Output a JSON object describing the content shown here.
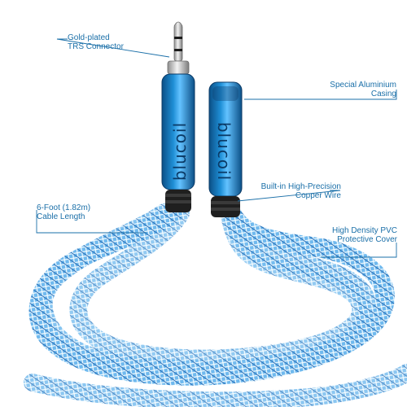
{
  "image": {
    "brand_text_left": "blucoil",
    "brand_text_right": "blucoil",
    "colors": {
      "casing_blue": "#1f8fd6",
      "casing_dark": "#0b4f86",
      "connector_gold": "#c9c9c9",
      "callout_text": "#1a6fa8",
      "braid_light": "#a9d8f5",
      "braid_dark": "#2a6fb6"
    },
    "callouts": [
      {
        "line1": "Gold-plated",
        "line2": "TRS Connector"
      },
      {
        "line1": "Special Aluminium",
        "line2": "Casing"
      },
      {
        "line1": "Built-in High-Precision",
        "line2": "Copper Wire"
      },
      {
        "line1": "6-Foot (1.82m)",
        "line2": "Cable Length"
      },
      {
        "line1": "High Density PVC",
        "line2": "Protective Cover"
      }
    ]
  }
}
